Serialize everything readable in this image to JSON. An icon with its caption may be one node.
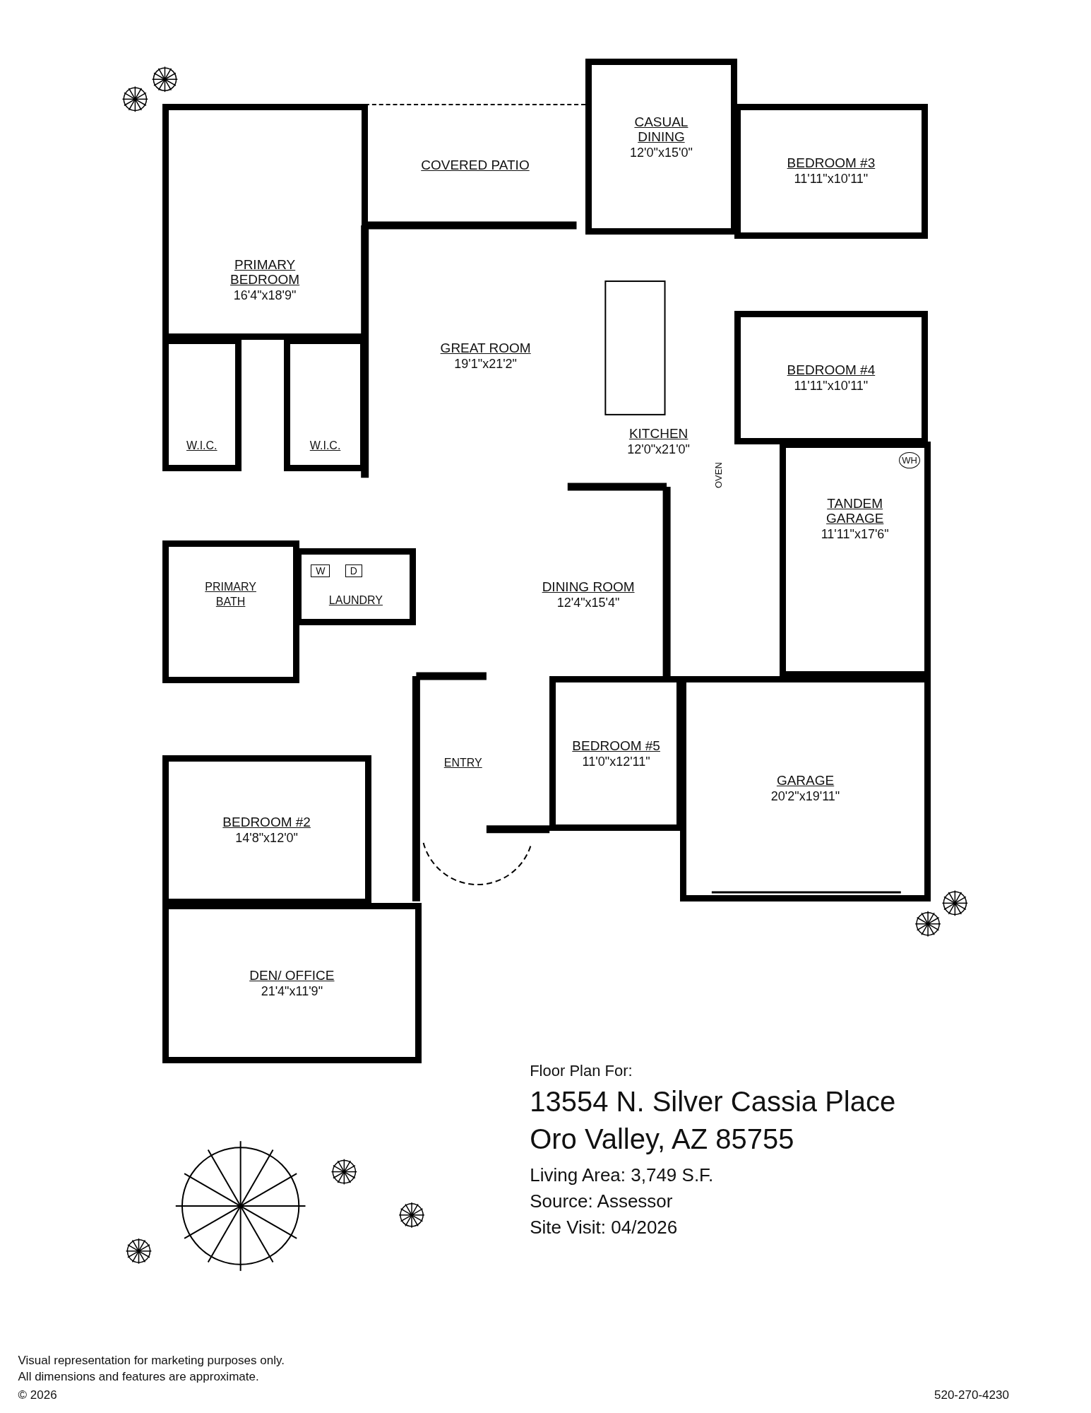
{
  "diagram": {
    "nodes": [
      {
        "text": [
          "PRIMARY BEDROOM",
          "16'4\"x18'9\""
        ]
      },
      {
        "text": [
          "COVERED PATIO"
        ]
      },
      {
        "text": [
          "CASUAL DINING",
          "12'0\"x15'0\""
        ]
      },
      {
        "text": [
          "BEDROOM #3",
          "11'11\"x10'11\""
        ]
      },
      {
        "text": [
          "W.I.C."
        ]
      },
      {
        "text": [
          "W.I.C."
        ]
      },
      {
        "text": [
          "GREAT ROOM",
          "19'1\"x21'2\""
        ]
      },
      {
        "text": [
          "KITCHEN",
          "12'0\"x21'0\""
        ]
      },
      {
        "text": [
          "BEDROOM #4",
          "11'11\"x10'11\""
        ]
      },
      {
        "text": [
          "TANDEM GARAGE",
          "11'11\"x17'6\""
        ]
      },
      {
        "text": [
          "PRIMARY BATH"
        ]
      },
      {
        "text": [
          "LAUNDRY"
        ]
      },
      {
        "text": [
          "DINING ROOM",
          "12'4\"x15'4\""
        ]
      },
      {
        "text": [
          "BEDROOM #5",
          "11'0\"x12'11\""
        ]
      },
      {
        "text": [
          "ENTRY"
        ]
      },
      {
        "text": [
          "GARAGE",
          "20'2\"x19'11\""
        ]
      },
      {
        "text": [
          "BEDROOM #2",
          "14'8\"x12'0\""
        ]
      },
      {
        "text": [
          "DEN/ OFFICE",
          "21'4\"x11'9\""
        ]
      }
    ],
    "labels": [
      "W",
      "D",
      "OVEN",
      "WH",
      "Floor Plan For:",
      "13554 N. Silver Cassia Place",
      "Oro Valley, AZ  85755",
      "Living Area:  3,749 S.F.",
      "Source:  Assessor",
      "Site Visit:  04/2026",
      "Visual representation for marketing purposes only.",
      "All dimensions and features are approximate.",
      "© 2026",
      "520-270-4230"
    ]
  }
}
